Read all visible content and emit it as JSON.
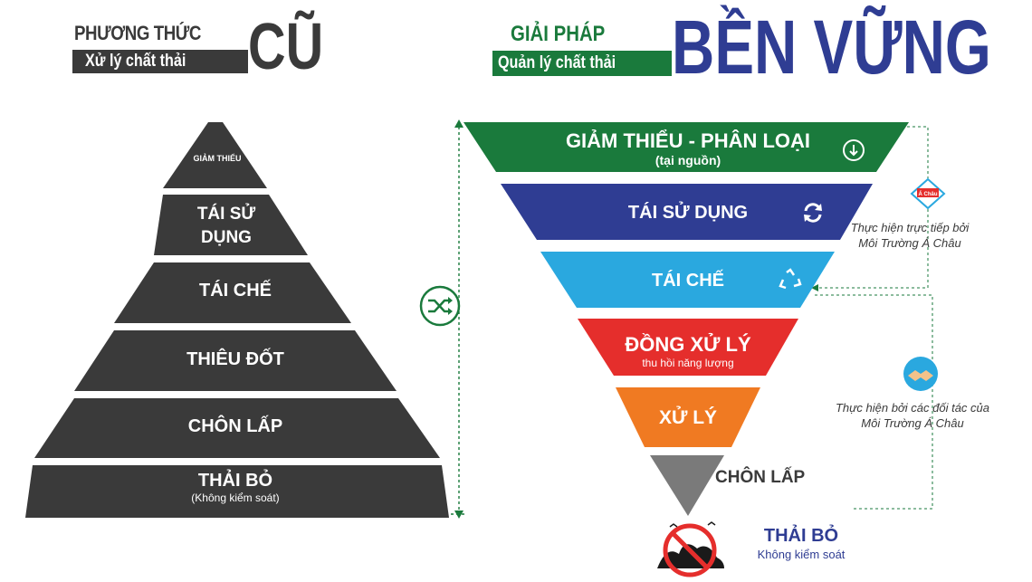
{
  "left_header": {
    "line1": "PHƯƠNG THỨC",
    "line2": "Xử lý chất thải",
    "big": "CŨ"
  },
  "right_header": {
    "line1": "GIẢI PHÁP",
    "line2": "Quản lý chất thải",
    "big": "BỀN VỮNG"
  },
  "old_pyramid": [
    {
      "label": "GIẢM THIỂU"
    },
    {
      "label": "TÁI SỬ DỤNG"
    },
    {
      "label": "TÁI CHẾ"
    },
    {
      "label": "THIÊU ĐỐT"
    },
    {
      "label": "CHÔN LẤP"
    },
    {
      "label": "THẢI BỎ",
      "sub": "(Không kiểm soát)"
    }
  ],
  "new_pyramid": [
    {
      "label": "GIẢM THIỂU - PHÂN LOẠI",
      "sub": "(tại nguồn)",
      "color": "#1a7a3c",
      "icon": "arrow-down-icon"
    },
    {
      "label": "TÁI SỬ DỤNG",
      "color": "#2f3d93",
      "icon": "refresh-icon"
    },
    {
      "label": "TÁI CHẾ",
      "color": "#2aa8df",
      "icon": "recycle-icon"
    },
    {
      "label": "ĐỒNG XỬ LÝ",
      "sub": "thu hồi năng lượng",
      "color": "#e52e2c"
    },
    {
      "label": "XỬ LÝ",
      "color": "#f07a22"
    },
    {
      "label": "CHÔN LẤP",
      "color": "#7a7a7a"
    }
  ],
  "bottom": {
    "label": "THẢI BỎ",
    "sub": "Không kiểm soát"
  },
  "notes": {
    "direct": "Thực hiện trực tiếp bởi Môi Trường Á Châu",
    "partner": "Thực hiện bởi các đối tác của Môi Trường Á Châu",
    "logo_text": "Á Châu"
  },
  "colors": {
    "dark": "#3a3a3a",
    "green": "#1a7a3c",
    "blue_text": "#2f3d93"
  }
}
